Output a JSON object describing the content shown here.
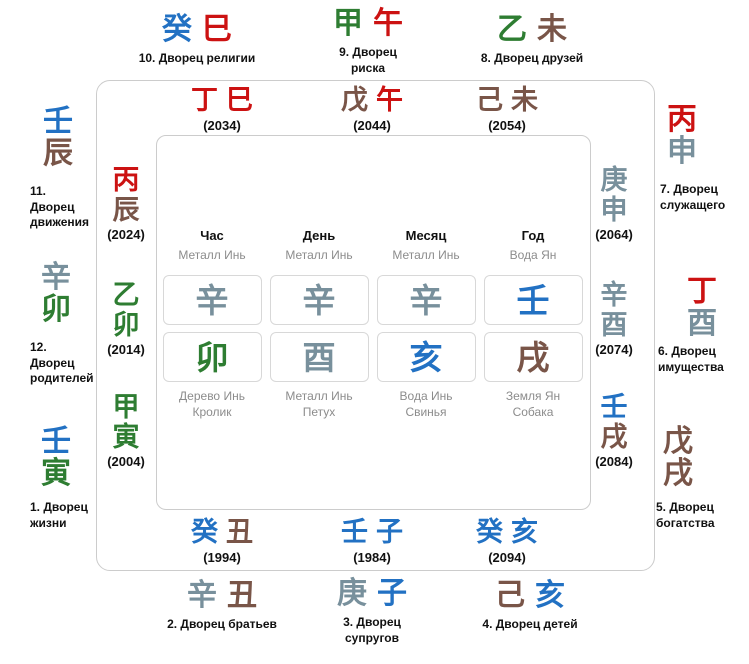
{
  "palette": {
    "wood": "#2e7d32",
    "fire": "#cc1212",
    "earth": "#795548",
    "metal": "#78909c",
    "water": "#2271c3"
  },
  "center": {
    "columns": [
      {
        "title": "Час",
        "stem_info": "Металл Инь",
        "stem": "辛",
        "branch": "卯",
        "info1": "Дерево Инь",
        "info2": "Кролик"
      },
      {
        "title": "День",
        "stem_info": "Металл Инь",
        "stem": "辛",
        "branch": "酉",
        "info1": "Металл Инь",
        "info2": "Петух"
      },
      {
        "title": "Месяц",
        "stem_info": "Металл Инь",
        "stem": "辛",
        "branch": "亥",
        "info1": "Вода Инь",
        "info2": "Свинья"
      },
      {
        "title": "Год",
        "stem_info": "Вода Ян",
        "stem": "壬",
        "branch": "戌",
        "info1": "Земля Ян",
        "info2": "Собака"
      }
    ]
  },
  "pillars": {
    "y1984": {
      "stem": "壬",
      "branch": "子",
      "year": "(1984)"
    },
    "y1994": {
      "stem": "癸",
      "branch": "丑",
      "year": "(1994)"
    },
    "y2004": {
      "stem": "甲",
      "branch": "寅",
      "year": "(2004)"
    },
    "y2014": {
      "stem": "乙",
      "branch": "卯",
      "year": "(2014)"
    },
    "y2024": {
      "stem": "丙",
      "branch": "辰",
      "year": "(2024)"
    },
    "y2034": {
      "stem": "丁",
      "branch": "巳",
      "year": "(2034)"
    },
    "y2044": {
      "stem": "戊",
      "branch": "午",
      "year": "(2044)"
    },
    "y2054": {
      "stem": "己",
      "branch": "未",
      "year": "(2054)"
    },
    "y2064": {
      "stem": "庚",
      "branch": "申",
      "year": "(2064)"
    },
    "y2074": {
      "stem": "辛",
      "branch": "酉",
      "year": "(2074)"
    },
    "y2084": {
      "stem": "壬",
      "branch": "戌",
      "year": "(2084)"
    },
    "y2094": {
      "stem": "癸",
      "branch": "亥",
      "year": "(2094)"
    }
  },
  "palaces": {
    "p1": {
      "stem": "壬",
      "branch": "寅",
      "lines": [
        "1. Дворец",
        "жизни"
      ]
    },
    "p2": {
      "stem": "辛",
      "branch": "丑",
      "lines": [
        "2. Дворец братьев"
      ]
    },
    "p3": {
      "stem": "庚",
      "branch": "子",
      "lines": [
        "3. Дворец",
        "супругов"
      ]
    },
    "p4": {
      "stem": "己",
      "branch": "亥",
      "lines": [
        "4. Дворец детей"
      ]
    },
    "p5": {
      "stem": "戊",
      "branch": "戌",
      "lines": [
        "5. Дворец",
        "богатства"
      ]
    },
    "p6": {
      "stem": "丁",
      "branch": "酉",
      "lines": [
        "6. Дворец",
        "имущества"
      ]
    },
    "p7": {
      "stem": "丙",
      "branch": "申",
      "lines": [
        "7. Дворец",
        "служащего"
      ]
    },
    "p8": {
      "stem": "乙",
      "branch": "未",
      "lines": [
        "8. Дворец друзей"
      ]
    },
    "p9": {
      "stem": "甲",
      "branch": "午",
      "lines": [
        "9. Дворец",
        "риска"
      ]
    },
    "p10": {
      "stem": "癸",
      "branch": "巳",
      "lines": [
        "10. Дворец религии"
      ]
    },
    "p11": {
      "stem": "壬",
      "branch": "辰",
      "lines": [
        "11.",
        "Дворец",
        "движения"
      ]
    },
    "p12": {
      "stem": "辛",
      "branch": "卯",
      "lines": [
        "12.",
        "Дворец",
        "родителей"
      ]
    }
  }
}
